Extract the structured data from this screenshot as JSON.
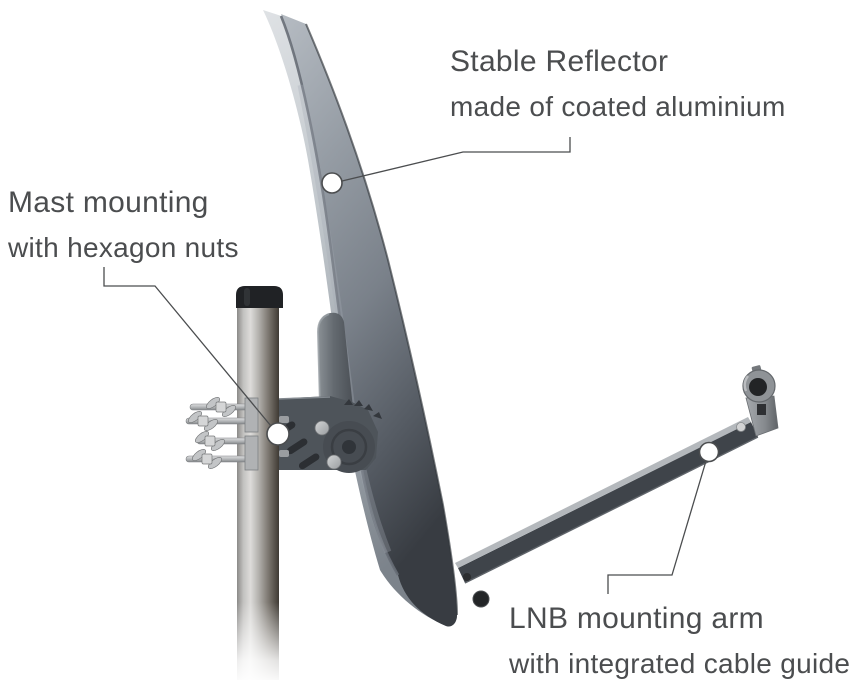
{
  "labels": {
    "reflector": {
      "title": "Stable Reflector",
      "subtitle": "made of coated aluminium"
    },
    "mast_mounting": {
      "title": "Mast mounting",
      "subtitle": "with hexagon nuts"
    },
    "lnb_arm": {
      "title": "LNB mounting arm",
      "subtitle": "with integrated cable guide"
    }
  },
  "colors": {
    "background": "#ffffff",
    "label_text": "#4b4d4f",
    "callout_line": "#4b4d4f",
    "callout_marker_fill": "#ffffff",
    "reflector_light": "#c9ced2",
    "reflector_dark": "#383c42",
    "mast_metal": "#c2c1bf",
    "mast_cap": "#202225",
    "bracket_gray": "#4e545a",
    "arm_side": "#3f444a",
    "arm_top": "#b4b8bc",
    "lnb_holder_metal": "#8f9397"
  }
}
